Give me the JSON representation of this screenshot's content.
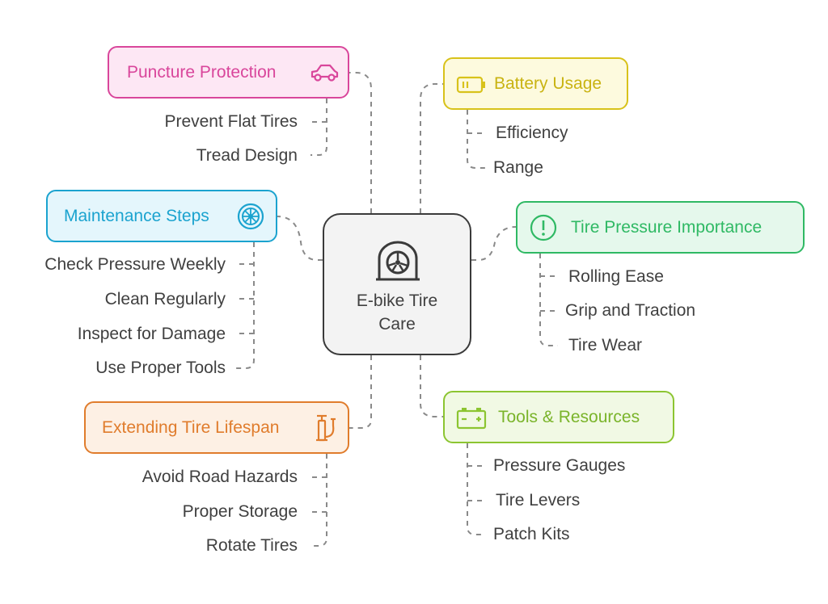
{
  "center": {
    "title": "E-bike Tire\nCare",
    "icon": "tire-icon"
  },
  "branches": {
    "puncture": {
      "title": "Puncture Protection",
      "icon": "car-icon",
      "color": "#d9469b",
      "fill": "#fde7f4",
      "items": [
        "Prevent Flat Tires",
        "Tread Design"
      ]
    },
    "maintenance": {
      "title": "Maintenance Steps",
      "icon": "wheel-icon",
      "color": "#1ba3cf",
      "fill": "#e4f6fc",
      "items": [
        "Check Pressure Weekly",
        "Clean Regularly",
        "Inspect for Damage",
        "Use Proper Tools"
      ]
    },
    "lifespan": {
      "title": "Extending Tire Lifespan",
      "icon": "bike-pump-icon",
      "color": "#e07c2c",
      "fill": "#fdf0e4",
      "items": [
        "Avoid Road Hazards",
        "Proper Storage",
        "Rotate Tires"
      ]
    },
    "battery": {
      "title": "Battery Usage",
      "icon": "battery-icon",
      "color": "#d8c21a",
      "fill": "#fdfade",
      "items": [
        "Efficiency",
        "Range"
      ]
    },
    "pressure": {
      "title": "Tire Pressure Importance",
      "icon": "exclamation-icon",
      "color": "#2fb964",
      "fill": "#e5f8ec",
      "items": [
        "Rolling Ease",
        "Grip and Traction",
        "Tire Wear"
      ]
    },
    "tools": {
      "title": "Tools & Resources",
      "icon": "car-battery-icon",
      "color": "#8cc531",
      "fill": "#f1f9e4",
      "items": [
        "Pressure Gauges",
        "Tire Levers",
        "Patch Kits"
      ]
    }
  }
}
